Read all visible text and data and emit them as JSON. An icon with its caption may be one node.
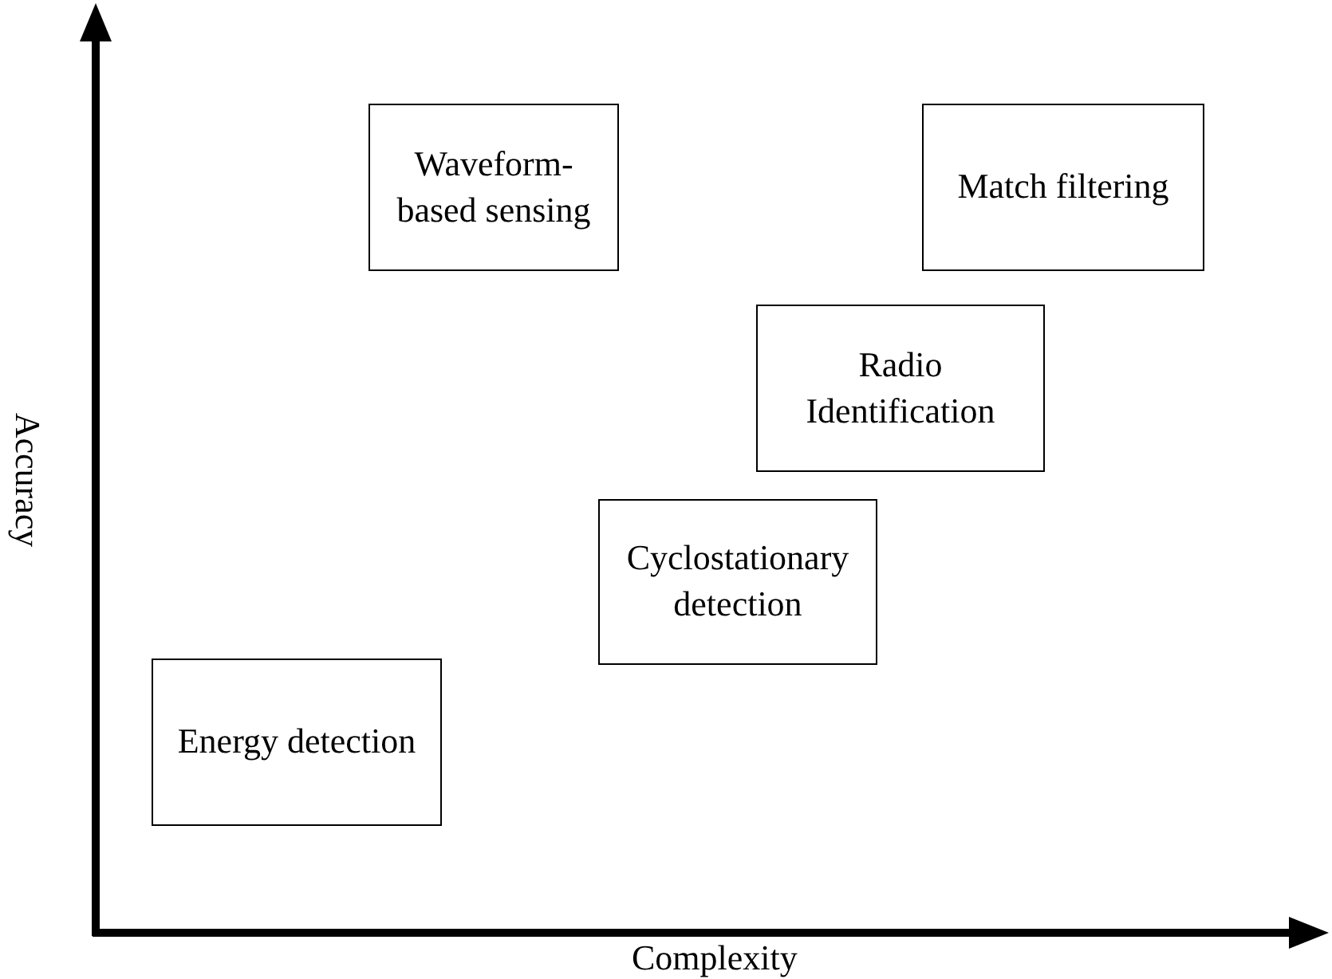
{
  "diagram": {
    "nodes": [
      {
        "text": [
          "Waveform-based sensing"
        ]
      },
      {
        "text": [
          "Match filtering"
        ]
      },
      {
        "text": [
          "Radio Identification"
        ]
      },
      {
        "text": [
          "Cyclostationary detection"
        ]
      },
      {
        "text": [
          "Energy detection"
        ]
      }
    ],
    "labels": [
      "Accuracy",
      "Complexity"
    ]
  }
}
